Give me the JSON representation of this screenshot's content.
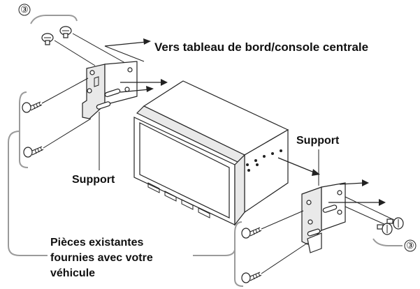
{
  "labels": {
    "callout_top": "③",
    "callout_bottom": "③",
    "dashboard": "Vers tableau de bord/console centrale",
    "support_left": "Support",
    "support_right": "Support",
    "existing_parts_1": "Pièces existantes",
    "existing_parts_2": "fournies avec votre",
    "existing_parts_3": "véhicule"
  }
}
